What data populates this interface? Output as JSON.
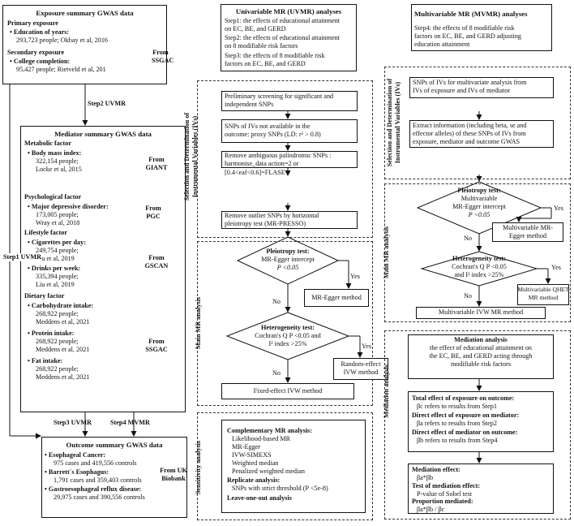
{
  "exposure": {
    "title": "Exposure summary GWAS data",
    "primary_label": "Primary exposure",
    "primary_item": "Education of years:",
    "primary_detail": "293,723 people; Okbay et al, 2016",
    "secondary_label": "Secondary exposure",
    "secondary_item": "College completion:",
    "secondary_detail": "95,427 people; Rietveld et al, 201",
    "source": "From SSGAC"
  },
  "arrows": {
    "step2": "Step2 UVMR",
    "step1": "Step1 UVMR",
    "step3": "Step3 UVMR",
    "step4": "Step4 MVMR"
  },
  "mediator": {
    "title": "Mediator summary GWAS data",
    "metabolic_label": "Metabolic factor",
    "bmi_item": "Body mass index:",
    "bmi_l1": "322,154 people;",
    "bmi_l2": "Locke et al, 2015",
    "giant": "From GIANT",
    "psych_label": "Psychological factor",
    "mdd_item": "Major depressive disorder:",
    "mdd_l1": "173,005 people;",
    "mdd_l2": "Wray et al, 2018",
    "pgc": "From PGC",
    "life_label": "Lifestyle factor",
    "cig_item": "Cigarettes per day:",
    "cig_l1": "249,754 people;",
    "cig_l2": "Liu et al, 2019",
    "drink_item": "Drinks per week:",
    "drink_l1": "335,394 people;",
    "drink_l2": "Liu et al, 2019",
    "gscan": "From GSCAN",
    "diet_label": "Dietary factor",
    "carb_item": "Carbohydrate intake:",
    "carb_l1": "268,922 people;",
    "carb_l2": "Meddens et al, 2021",
    "prot_item": "Protein intake:",
    "prot_l1": "268,922 people;",
    "prot_l2": "Meddens et al, 2021",
    "fat_item": "Fat intake:",
    "fat_l1": "268,922 people;",
    "fat_l2": "Meddens et al, 2021",
    "ssgac": "From SSGAC"
  },
  "outcome": {
    "title": "Outcome summary GWAS data",
    "ec_item": "Esophageal Cancer:",
    "ec_detail": "975 cases and 419,556 controls",
    "be_item": "Barrett´s Esophagus:",
    "be_detail": "1,791 cases and 359,403 controls",
    "gerd_item": "Gastroesophageal reflux disease:",
    "gerd_detail": "29,975 cases and 390,556 controls",
    "source_l1": "From UK",
    "source_l2": "Biobank"
  },
  "uvmr": {
    "title": "Univariable MR (UVMR) analyses",
    "s1a": "Step1: the effects of educational attainment",
    "s1b": "on EC, BE, and GERD",
    "s2a": "Step2: the effects of educational attainment",
    "s2b": "on 8 modifiable risk factors",
    "s3a": "Step3: the effects of 8 modifiable risk",
    "s3b": "factors on EC, BE, and GERD",
    "section_iv_l1": "Selection and Determination of",
    "section_iv_l2": "Instrumental Variables (IVs)",
    "iv1_a": "Preliminary screening for significant and",
    "iv1_b": "independent SNPs",
    "iv2_a": "SNPs of IVs not available in the",
    "iv2_b": "outcome: proxy SNPs (LD: r² > 0.8)",
    "iv3_a": "Remove ambiguous palindromic SNPs :",
    "iv3_b": "harmonise_data action=2 or",
    "iv3_c": "[0.4<eaf<0.6]=FLASE",
    "iv4_a": "Remove outlier SNPs by horizontal",
    "iv4_b": "pleiotropy test (MR-PRESSO)",
    "section_main": "Main MR analysis",
    "pleio_title": "Pleiotropy test:",
    "pleio_l2": "MR-Egger intercept",
    "pleio_l3": "P <0.05",
    "yes1": "Yes",
    "no1": "No",
    "egger_method": "MR-Egger method",
    "het_title": "Heterogeneity test:",
    "het_l2": "Cochran's Q  P <0.05 and",
    "het_l3": "I² index >25%",
    "yes2": "Yes",
    "no2": "No",
    "random_l1": "Random-effect",
    "random_l2": "IVW method",
    "fixed": "Fixed-effect IVW method",
    "section_sens": "Sensitivity analysis",
    "comp_title": "Complementary MR analysis:",
    "comp1": "Likelihood-based MR",
    "comp2": "MR-Egger",
    "comp3": "IVW-SIMEXS",
    "comp4": "Weighted median",
    "comp5": "Penalized weighted median",
    "rep_title": "Replicate analysis:",
    "rep1": "SNPs with strict threshold (P <5e-8)",
    "loo": "Leave-one-out analysis"
  },
  "mvmr": {
    "title": "Multivariable MR (MVMR) analyses",
    "s4a": "Step4: the effects of 8 modifiable risk",
    "s4b": "factors on EC, BE, and GERD adjusting",
    "s4c": "education attainment",
    "section_iv_l1": "Selection and Determination of",
    "section_iv_l2": "Instrumental Variables (IVs)",
    "iv1_a": "SNPs of IVs for multivariate analysis from",
    "iv1_b": "IVs of exposure and IVs of mediator",
    "iv2_a": "Extract information (including beta, se and",
    "iv2_b": "effector alleles) of these SNPs of IVs from",
    "iv2_c": "exposure, mediator and outcome GWAS",
    "section_main": "Main MR analysis",
    "pleio_title": "Pleiotropy test:",
    "pleio_l2": "Multivariable",
    "pleio_l3": "MR-Egger intercept",
    "pleio_l4": "P <0.05",
    "yes1": "Yes",
    "no1": "No",
    "egger_l1": "Multivariable MR-",
    "egger_l2": "Egger method",
    "het_title": "Heterogeneity test:",
    "het_l2": "Cochran's Q  P <0.05",
    "het_l3": "and I² index >25%",
    "yes2": "Yes",
    "no2": "No",
    "qhet_l1": "Multivariable QHET",
    "qhet_l2": "MR method",
    "ivw": "Multivariable IVW MR method"
  },
  "mediation": {
    "section": "Mediation analysis",
    "title": "Mediation analysis",
    "d1": "the effect of educational attainment on",
    "d2": "the EC, BE, and GERD acting through",
    "d3": "modifiable risk factors",
    "total_title": "Total effect of exposure on outcome:",
    "total_detail": "βc refers to results from Step1",
    "direct1_title": "Direct effect of exposure on mediator:",
    "direct1_detail": "βa refers to results from Step2",
    "direct2_title": "Direct effect of mediator on outcome:",
    "direct2_detail": "βb refers to results from Step4",
    "med_title": "Mediation effect:",
    "med_detail": "βa*βb",
    "test_title": "Test of mediation effect:",
    "test_detail": "P-value of Sobel test",
    "prop_title": "Proportion mediated:",
    "prop_detail": "βa*βb / βc"
  }
}
